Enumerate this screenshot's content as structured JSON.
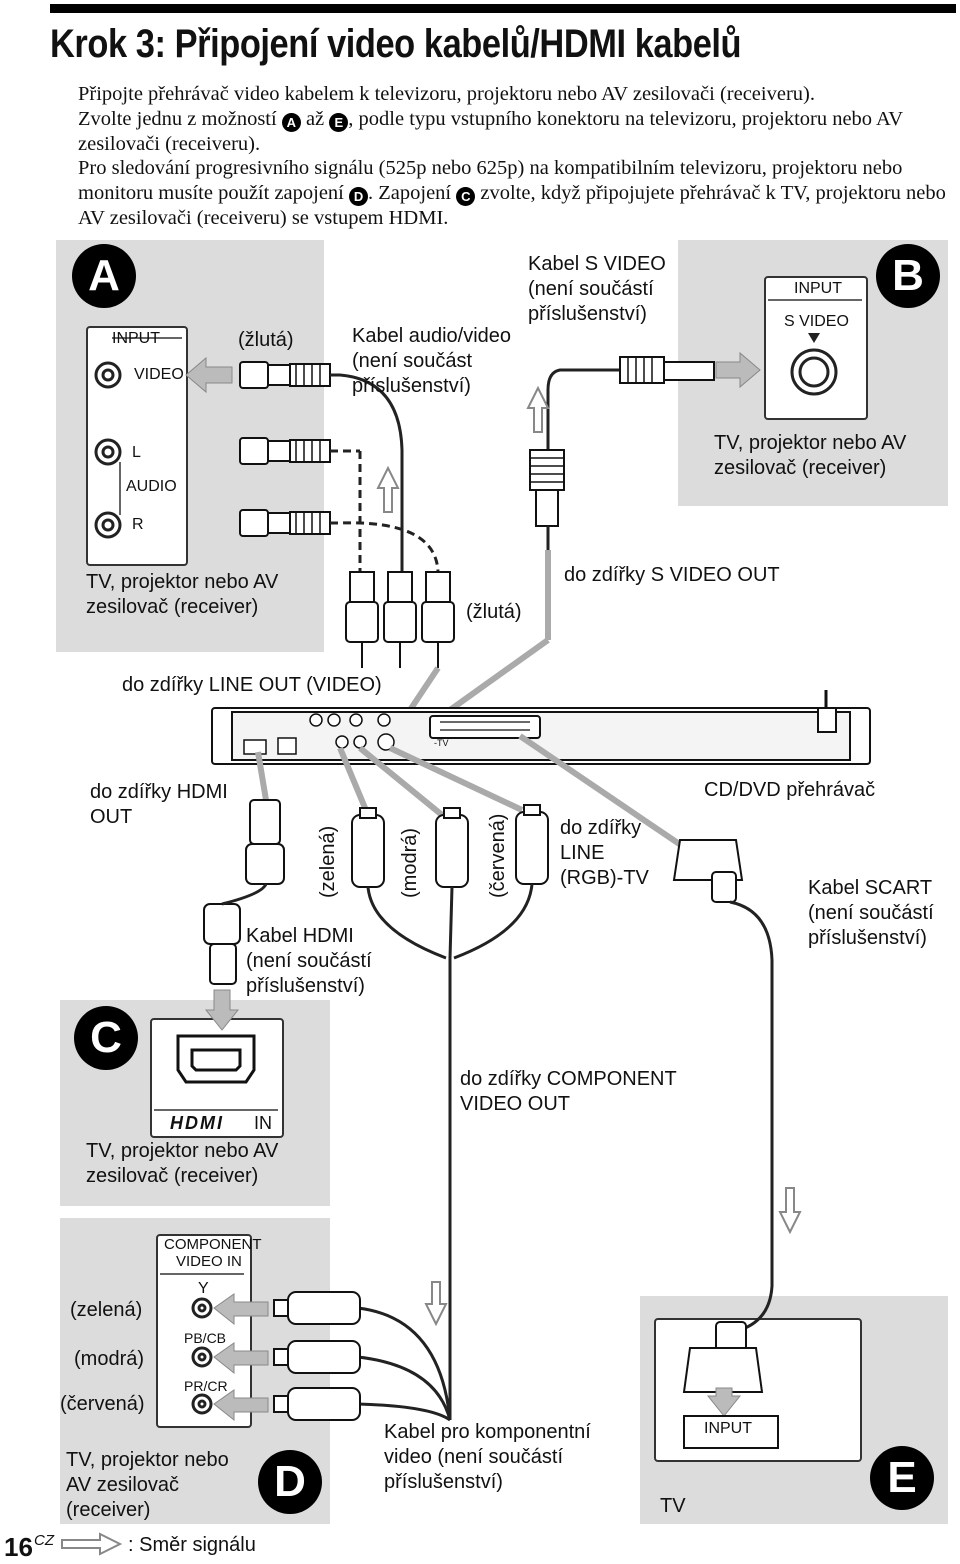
{
  "title": "Krok 3: Připojení video kabelů/HDMI kabelů",
  "intro": {
    "p1": "Připojte přehrávač video kabelem k televizoru, projektoru nebo AV zesilovači (receiveru).",
    "p2_before": "Zvolte jednu z možností",
    "p2_mid": "až",
    "p2_after": ", podle typu vstupního konektoru na televizoru, projektoru nebo AV zesilovači (receiveru).",
    "p3_before": "Pro sledování progresivního signálu (525p nebo 625p) na kompatibilním televizoru, projektoru nebo monitoru musíte použít zapojení",
    "p3_mid": ". Zapojení",
    "p3_after": "zvolte, když připojujete přehrávač k TV, projektoru nebo AV zesilovači (receiveru) se vstupem HDMI.",
    "badge_a": "A",
    "badge_e": "E",
    "badge_d": "D",
    "badge_c": "C"
  },
  "sections": {
    "A": {
      "badge": "A",
      "input_label": "INPUT",
      "video_label": "VIDEO",
      "l_label": "L",
      "audio_label": "AUDIO",
      "r_label": "R",
      "device": [
        "TV, projektor nebo AV",
        "zesilovač (receiver)"
      ],
      "yellow": "(žlutá)",
      "cable": [
        "Kabel audio/video",
        "(není součást",
        "příslušenství)"
      ]
    },
    "B": {
      "badge": "B",
      "input_label": "INPUT",
      "svideo_label": "S VIDEO",
      "cable": [
        "Kabel S VIDEO",
        "(není součástí",
        "příslušenství)"
      ],
      "device": [
        "TV, projektor nebo AV",
        "zesilovač (receiver)"
      ]
    },
    "middle": {
      "yellow": "(žlutá)",
      "to_svideo_out": "do zdířky S VIDEO OUT",
      "to_line_out": "do zdířky LINE OUT (VIDEO)",
      "to_hdmi_out": [
        "do zdířky HDMI",
        "OUT"
      ],
      "green": "(zelená)",
      "blue": "(modrá)",
      "red": "(červená)",
      "to_line_rgb": [
        "do zdířky",
        "LINE",
        "(RGB)-TV"
      ],
      "player": "CD/DVD přehrávač",
      "scart_cable": [
        "Kabel SCART",
        "(není součástí",
        "příslušenství)"
      ],
      "hdmi_cable": [
        "Kabel HDMI",
        "(není součástí",
        "příslušenství)"
      ],
      "to_component_out": [
        "do zdířky COMPONENT",
        "VIDEO OUT"
      ],
      "component_cable": [
        "Kabel pro komponentní",
        "video (není součástí",
        "příslušenství)"
      ],
      "player_rear_small": "-TV"
    },
    "C": {
      "badge": "C",
      "hdmi_logo": "HDMI",
      "in_label": "IN",
      "device": [
        "TV, projektor nebo AV",
        "zesilovač (receiver)"
      ]
    },
    "D": {
      "badge": "D",
      "component_title": [
        "COMPONENT",
        "VIDEO IN"
      ],
      "y": "Y",
      "pb": "PB/CB",
      "pr": "PR/CR",
      "green": "(zelená)",
      "blue": "(modrá)",
      "red": "(červená)",
      "device": [
        "TV, projektor nebo",
        "AV zesilovač",
        "(receiver)"
      ]
    },
    "E": {
      "badge": "E",
      "input_label": "INPUT",
      "device": "TV"
    }
  },
  "footer": {
    "page_number": "16",
    "lang": "CZ",
    "legend": ": Směr signálu"
  }
}
